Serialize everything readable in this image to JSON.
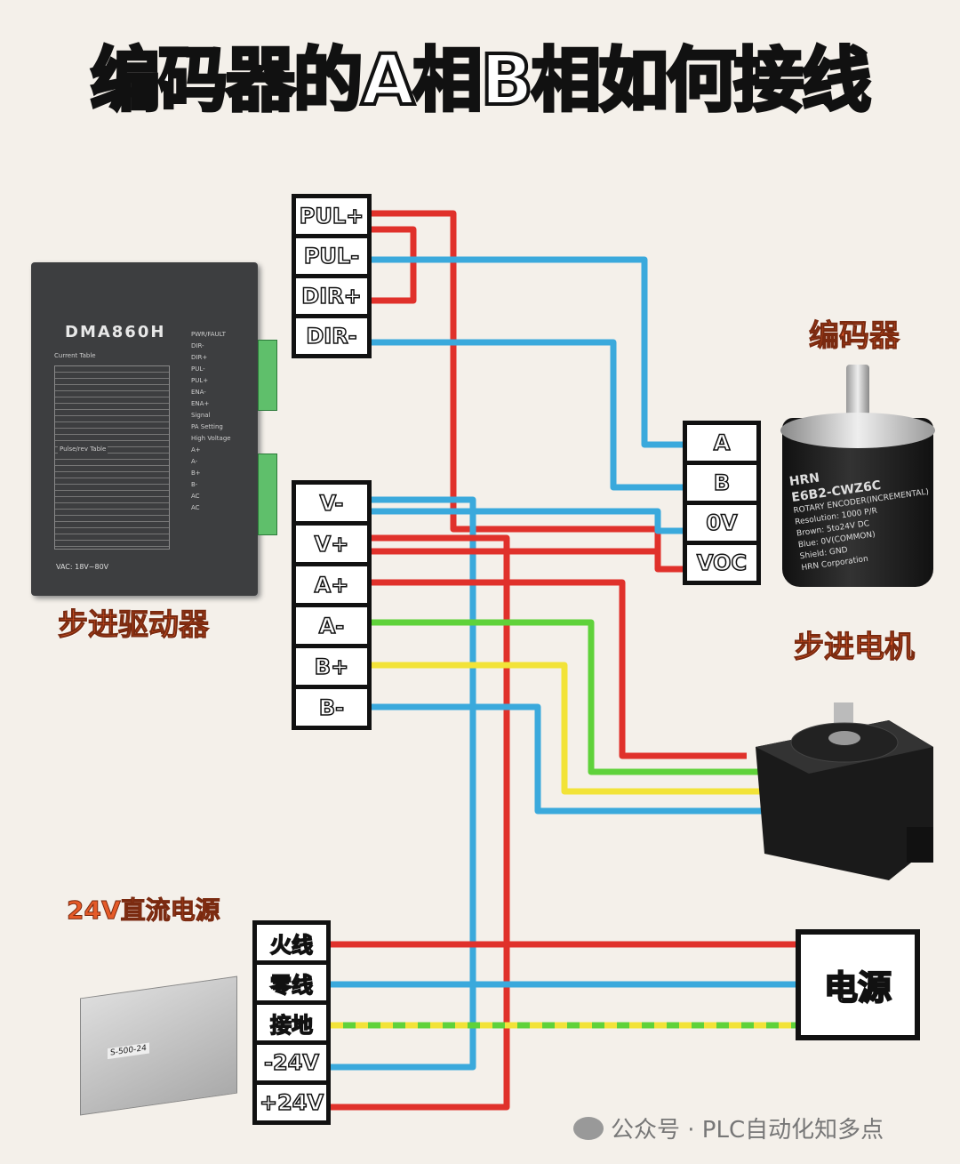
{
  "title": "编码器的A相B相如何接线",
  "labels": {
    "driver": "步进驱动器",
    "encoder": "编码器",
    "motor": "步进电机",
    "psu": "24V直流电源"
  },
  "driver": {
    "model": "DMA860H",
    "vac": "VAC: 18V~80V",
    "side": [
      "PWR/FAULT",
      "DIR-",
      "DIR+",
      "PUL-",
      "PUL+",
      "ENA-",
      "ENA+",
      "Signal",
      "PA Setting",
      "High Voltage",
      "A+",
      "A-",
      "B+",
      "B-",
      "AC",
      "AC"
    ],
    "tables": [
      "Current Table",
      "Pulse/rev Table"
    ]
  },
  "encoder_photo": {
    "brand": "HRN",
    "model": "E6B2-CWZ6C",
    "line1": "ROTARY ENCODER(INCREMENTAL)",
    "line2": "Resolution: 1000 P/R",
    "line3": "Brown: 5to24V DC",
    "line4": "Blue: 0V(COMMON)",
    "line5": "Shield: GND",
    "line6": "HRN Corporation"
  },
  "psu_photo": {
    "model": "S-500-24"
  },
  "signal_terminals": [
    "PUL+",
    "PUL-",
    "DIR+",
    "DIR-"
  ],
  "encoder_terminals": [
    "A",
    "B",
    "0V",
    "VOC"
  ],
  "motor_terminals": [
    "V-",
    "V+",
    "A+",
    "A-",
    "B+",
    "B-"
  ],
  "psu_terminals": [
    "火线",
    "零线",
    "接地",
    "-24V",
    "+24V"
  ],
  "power_box": "电源",
  "watermark": "公众号 · PLC自动化知多点",
  "colors": {
    "red": "#e0312b",
    "blue": "#3aa9dc",
    "green": "#5fd23a",
    "yellow": "#f2e338"
  }
}
